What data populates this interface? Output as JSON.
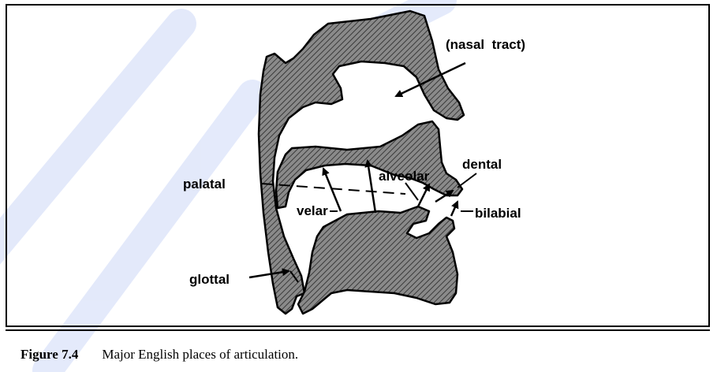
{
  "figure": {
    "labels": {
      "nasal_tract": "(nasal  tract)",
      "palatal": "palatal",
      "velar": "velar",
      "alveolar": "alveolar",
      "dental": "dental",
      "bilabial": "bilabial",
      "glottal": "glottal"
    },
    "caption": {
      "number": "Figure 7.4",
      "text": "Major English places of articulation."
    },
    "colors": {
      "tissue_fill": "#7a7a7a",
      "hatch_line": "#3a3a3a",
      "outline": "#000000",
      "watermark": "#c9d4f5"
    }
  }
}
